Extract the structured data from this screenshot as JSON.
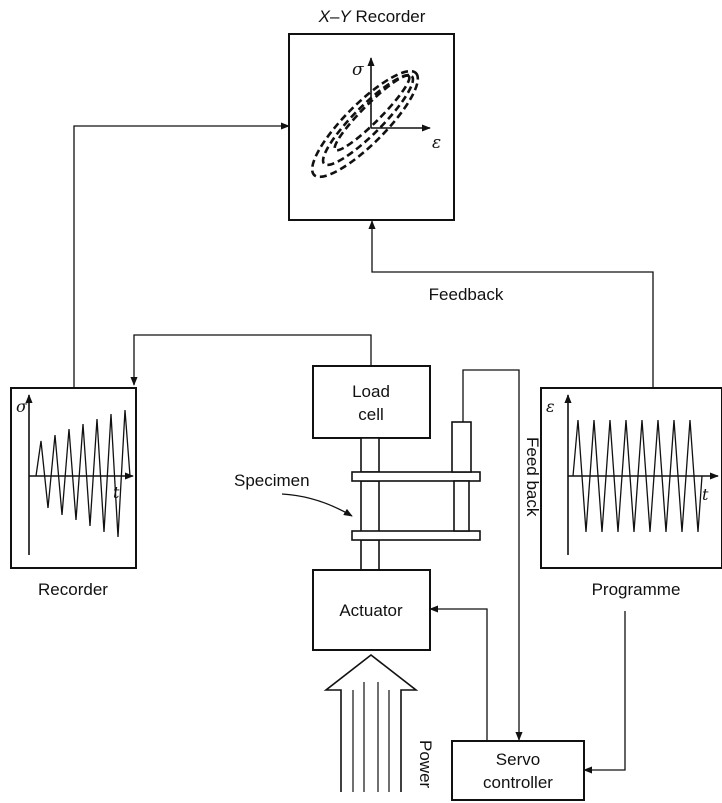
{
  "xy_recorder": {
    "title_x": "X",
    "title_dash": "–",
    "title_y": "Y",
    "title_rest": " Recorder",
    "axis_y": "σ",
    "axis_x": "ε"
  },
  "feedback_label": "Feedback",
  "recorder": {
    "caption": "Recorder",
    "axis_y": "σ",
    "axis_x": "t"
  },
  "programme": {
    "caption": "Programme",
    "axis_y": "ε",
    "axis_x": "t"
  },
  "load_cell": {
    "line1": "Load",
    "line2": "cell"
  },
  "specimen_label": "Specimen",
  "feed_back_label": "Feed back",
  "actuator_label": "Actuator",
  "power_label": "Power",
  "servo": {
    "line1": "Servo",
    "line2": "controller"
  }
}
